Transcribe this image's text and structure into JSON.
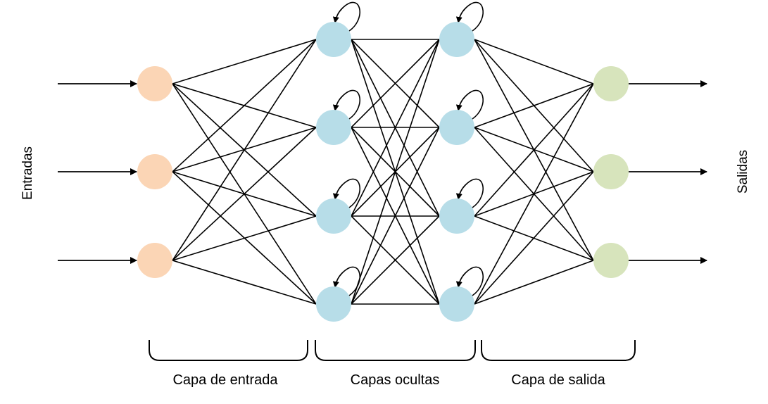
{
  "labels": {
    "inputs": "Entradas",
    "outputs": "Salidas",
    "input_layer": "Capa de entrada",
    "hidden_layers": "Capas ocultas",
    "output_layer": "Capa de salida"
  },
  "colors": {
    "input_node": "#fbd5b5",
    "hidden_node": "#b7dde8",
    "output_node": "#d7e4bc",
    "line": "#000000"
  },
  "layers": [
    {
      "id": "input",
      "nodes": 3
    },
    {
      "id": "hidden-1",
      "nodes": 4,
      "recurrent": true
    },
    {
      "id": "hidden-2",
      "nodes": 4,
      "recurrent": true
    },
    {
      "id": "output",
      "nodes": 3
    }
  ]
}
